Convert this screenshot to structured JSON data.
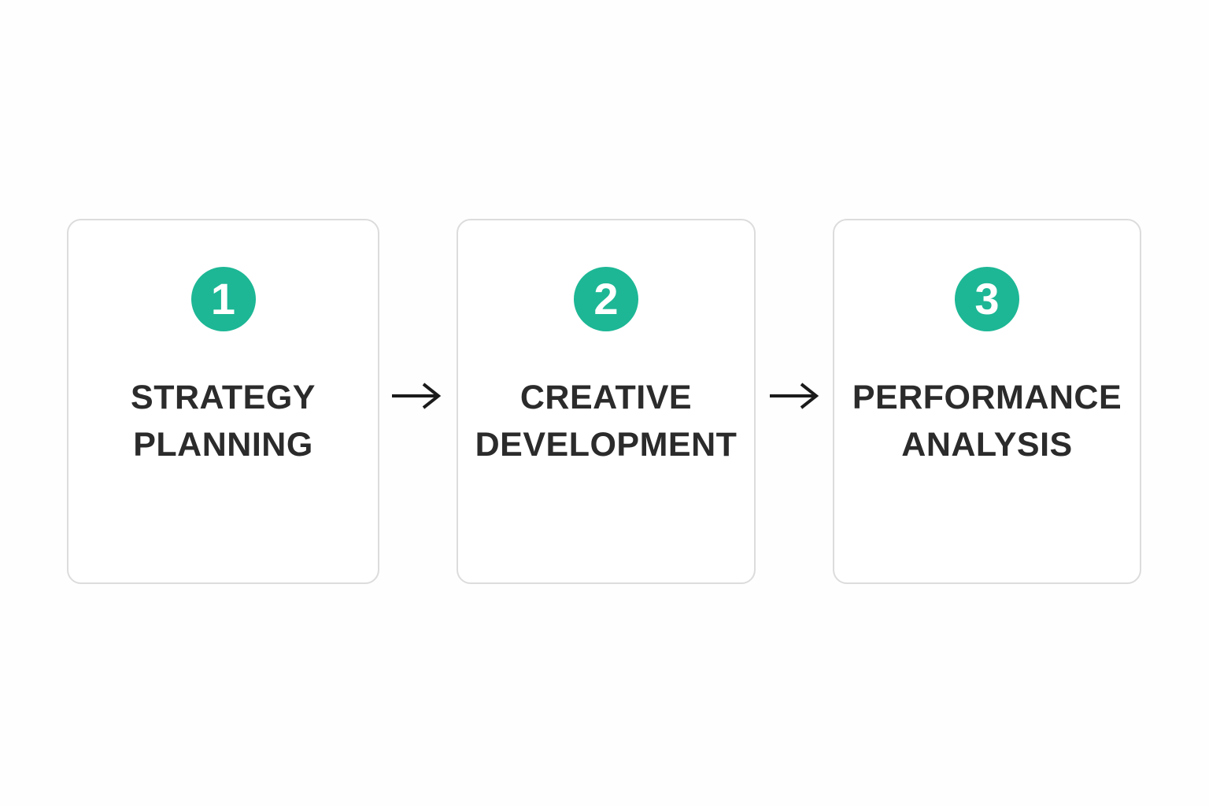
{
  "diagram": {
    "type": "process-flow",
    "direction": "left-to-right",
    "steps": [
      {
        "number": "1",
        "title_line1": "STRATEGY",
        "title_line2": "PLANNING"
      },
      {
        "number": "2",
        "title_line1": "CREATIVE",
        "title_line2": "DEVELOPMENT"
      },
      {
        "number": "3",
        "title_line1": "PERFORMANCE",
        "title_line2": "ANALYSIS"
      }
    ],
    "connector_glyph": "→"
  },
  "colors": {
    "badge": "#1db795",
    "badge_text": "#ffffff",
    "title_text": "#2b2b2b",
    "card_border": "#dcdcdc",
    "card_background": "#ffffff",
    "arrow": "#1b1b1b",
    "page_background": "#fefefe"
  }
}
